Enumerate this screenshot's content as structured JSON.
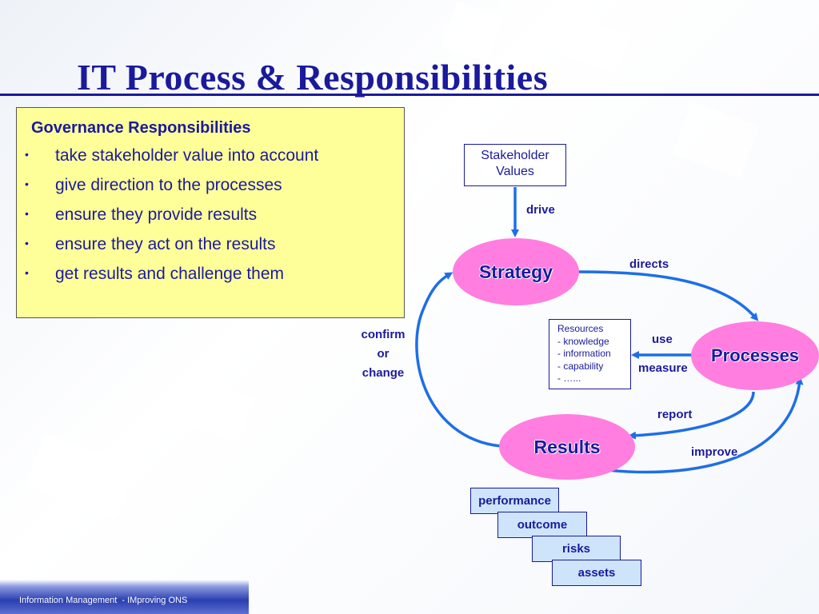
{
  "title": "IT Process &  Responsibilities",
  "governance": {
    "heading": "Governance Responsibilities",
    "items": [
      "take stakeholder value into account",
      "give direction to the processes",
      "ensure they provide results",
      "ensure they act on the results",
      "get results and challenge them"
    ]
  },
  "diagram": {
    "stakeholder_line1": "Stakeholder",
    "stakeholder_line2": "Values",
    "strategy": "Strategy",
    "processes": "Processes",
    "results": "Results",
    "labels": {
      "drive": "drive",
      "directs": "directs",
      "use": "use",
      "measure": "measure",
      "report": "report",
      "improve": "improve",
      "confirm": "confirm",
      "or": "or",
      "change": "change"
    },
    "resources": {
      "title": "Resources",
      "items": [
        "- knowledge",
        "- information",
        "- capability",
        "- …..."
      ]
    },
    "results_stack": [
      "performance",
      "outcome",
      "risks",
      "assets"
    ]
  },
  "footer": "Information Management  - IMproving ONS",
  "colors": {
    "navy": "#1a1a9c",
    "arrow": "#1e6ee6",
    "ellipse": "#ff7ee0",
    "yellow_box": "#ffff99",
    "stack_fill": "#cde4fb"
  }
}
